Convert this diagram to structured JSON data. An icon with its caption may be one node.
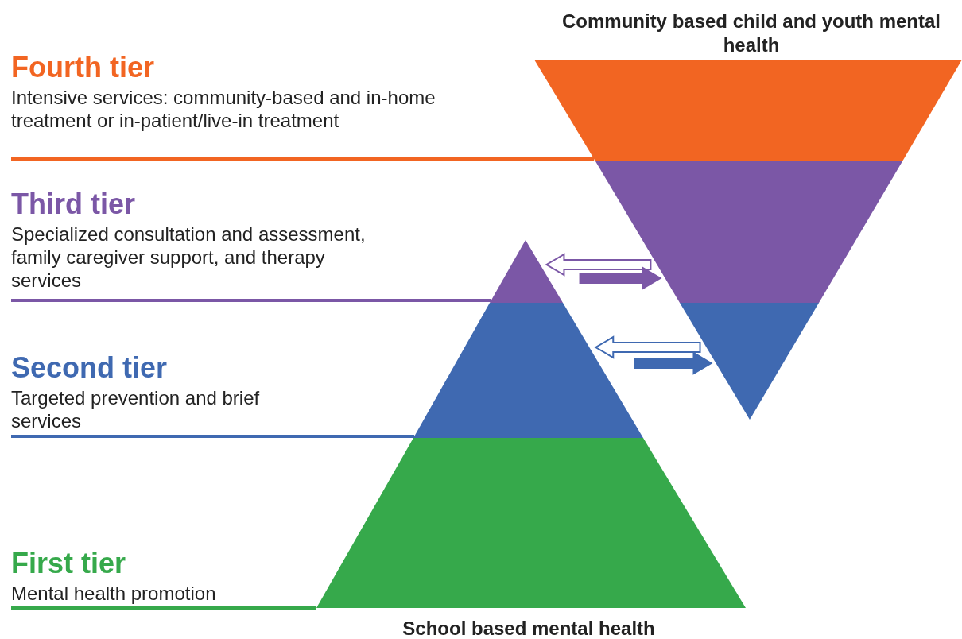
{
  "diagram": {
    "nodes": [
      {
        "text": [
          "Fourth tier",
          "Intensive services: community-based and in-home treatment or in-patient/live-in treatment"
        ]
      },
      {
        "text": [
          "Third tier",
          "Specialized consultation and assessment, family caregiver support, and therapy services"
        ]
      },
      {
        "text": [
          "Second tier",
          "Targeted prevention and brief services"
        ]
      },
      {
        "text": [
          "First tier",
          "Mental health promotion"
        ]
      },
      {
        "text": [],
        "shape": "band",
        "beside": [
          "Community based child and youth mental health"
        ]
      },
      {
        "text": [],
        "shape": "band"
      },
      {
        "text": [],
        "shape": "triangle"
      },
      {
        "text": [],
        "shape": "triangle"
      },
      {
        "text": [],
        "shape": "band"
      },
      {
        "text": [],
        "shape": "band",
        "beside": [
          "School based mental health"
        ]
      }
    ],
    "edges": [
      {
        "from": 5,
        "to": 7,
        "arrow": "to",
        "color": "#7b57a6"
      },
      {
        "from": 7,
        "to": 5,
        "arrow": "to",
        "style": "thick",
        "color": "#7b57a6"
      },
      {
        "from": 6,
        "to": 8,
        "arrow": "to",
        "color": "#3f69b1"
      },
      {
        "from": 8,
        "to": 6,
        "arrow": "to",
        "style": "thick",
        "color": "#3f69b1"
      },
      {
        "from": 0,
        "to": 4,
        "arrow": "none",
        "color": "#f26522"
      },
      {
        "from": 1,
        "to": 7,
        "arrow": "none",
        "color": "#7b57a6"
      },
      {
        "from": 2,
        "to": 8,
        "arrow": "none",
        "color": "#3f69b1"
      },
      {
        "from": 3,
        "to": 9,
        "arrow": "none",
        "color": "#36a94b"
      }
    ]
  }
}
